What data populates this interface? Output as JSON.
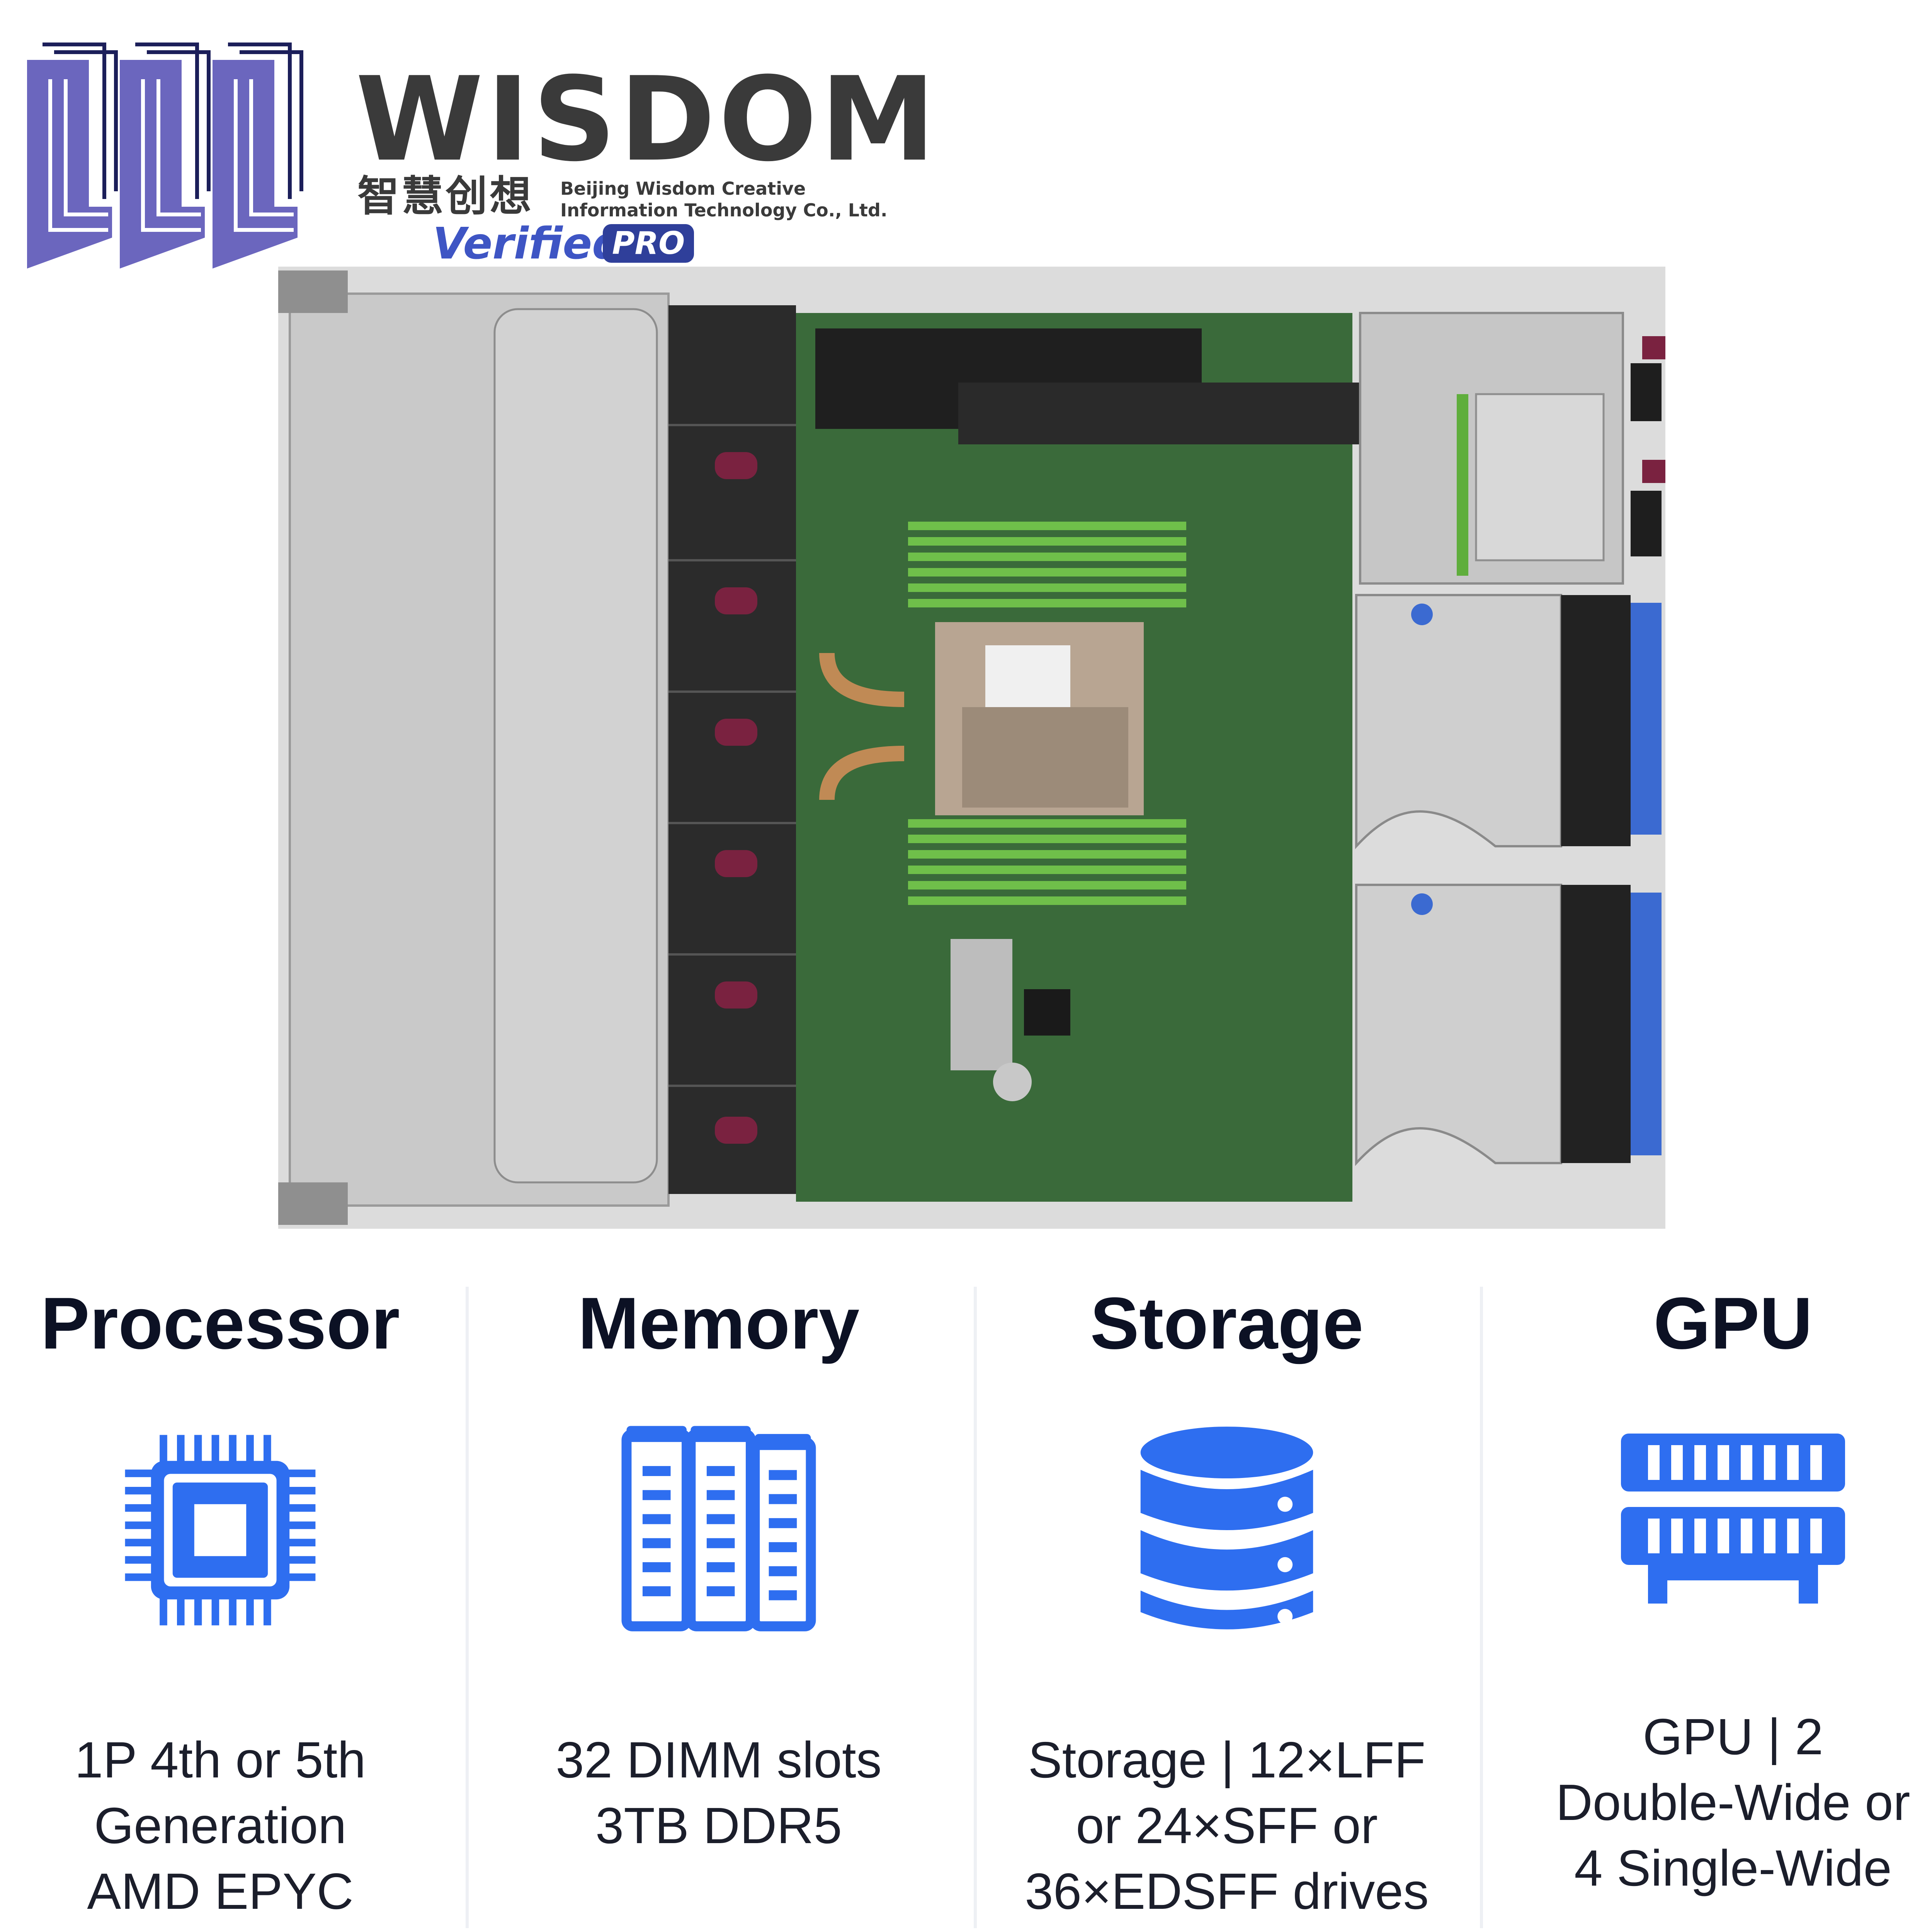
{
  "brand": {
    "name": "WISDOM",
    "chinese_name": "智慧创想",
    "company_line1": "Beijing Wisdom Creative",
    "company_line2": "Information Technology Co., Ltd.",
    "verified": "Verified",
    "verified_badge": "PRO",
    "logo_color": "#6b66be"
  },
  "product_image": {
    "subject": "rack-server-top-view"
  },
  "specs": [
    {
      "title": "Processor",
      "icon": "processor-chip-icon",
      "lines": [
        "1P 4th or 5th",
        "Generation",
        "AMD EPYC"
      ]
    },
    {
      "title": "Memory",
      "icon": "memory-module-icon",
      "lines": [
        "32 DIMM slots",
        "3TB DDR5"
      ]
    },
    {
      "title": "Storage",
      "icon": "database-storage-icon",
      "lines": [
        "Storage | 12×LFF",
        "or 24×SFF or",
        "36×EDSFF drives"
      ]
    },
    {
      "title": "GPU",
      "icon": "gpu-card-icon",
      "lines": [
        "GPU | 2",
        "Double-Wide or",
        "4 Single-Wide"
      ]
    }
  ],
  "colors": {
    "icon_blue": "#2e6ef0",
    "title_dark": "#0c1124"
  }
}
